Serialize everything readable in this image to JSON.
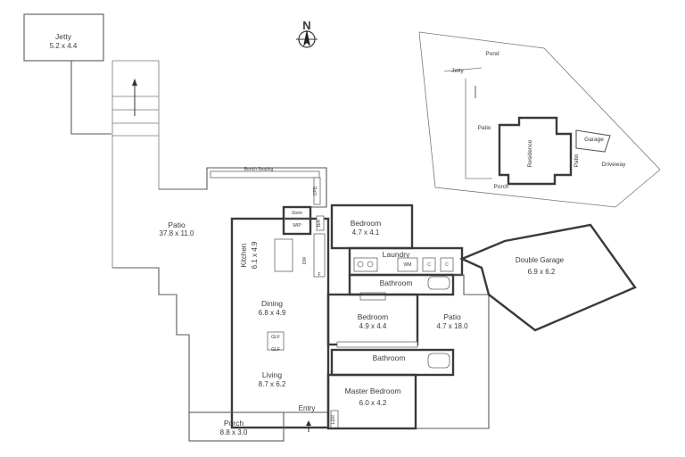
{
  "compass": {
    "letter": "N"
  },
  "rooms": {
    "jetty": {
      "name": "Jetty",
      "dims": "5.2 x 4.4"
    },
    "patio_main": {
      "name": "Patio",
      "dims": "37.8 x 11.0"
    },
    "bench_seating": {
      "name": "Bench Seating"
    },
    "store": {
      "name": "Store"
    },
    "wip": {
      "name": "WIP"
    },
    "kitchen": {
      "name": "Kitchen",
      "dims": "6.1 x 4.9"
    },
    "bedroom_1": {
      "name": "Bedroom",
      "dims": "4.7 x 4.1"
    },
    "laundry": {
      "name": "Laundry"
    },
    "bathroom_1": {
      "name": "Bathroom"
    },
    "bedroom_2": {
      "name": "Bedroom",
      "dims": "4.9 x 4.4"
    },
    "patio_side": {
      "name": "Patio",
      "dims": "4.7 x 18.0"
    },
    "double_garage": {
      "name": "Double Garage",
      "dims": "6.9 x 6.2"
    },
    "dining": {
      "name": "Dining",
      "dims": "6.8 x 4.9"
    },
    "living": {
      "name": "Living",
      "dims": "8.7 x 6.2"
    },
    "bathroom_2": {
      "name": "Bathroom"
    },
    "master_bedroom": {
      "name": "Master Bedroom",
      "dims": "6.0 x 4.2"
    },
    "porch": {
      "name": "Porch",
      "dims": "8.8 x 3.0"
    },
    "entry": {
      "name": "Entry"
    }
  },
  "fixtures": {
    "gdf": "GLF",
    "glf": "GLF",
    "wm": "WM",
    "c1": "C",
    "c2": "C",
    "dw": "DW",
    "f": "F",
    "bir": "B/R",
    "cpd": "CPD",
    "ldr": "LDR"
  },
  "site_plan": {
    "pond": "Pond",
    "jetty": "Jetty",
    "patio": "Patio",
    "residence": "Residence",
    "garage": "Garage",
    "patio_small": "Patio",
    "driveway": "Driveway",
    "porch": "Porch"
  }
}
